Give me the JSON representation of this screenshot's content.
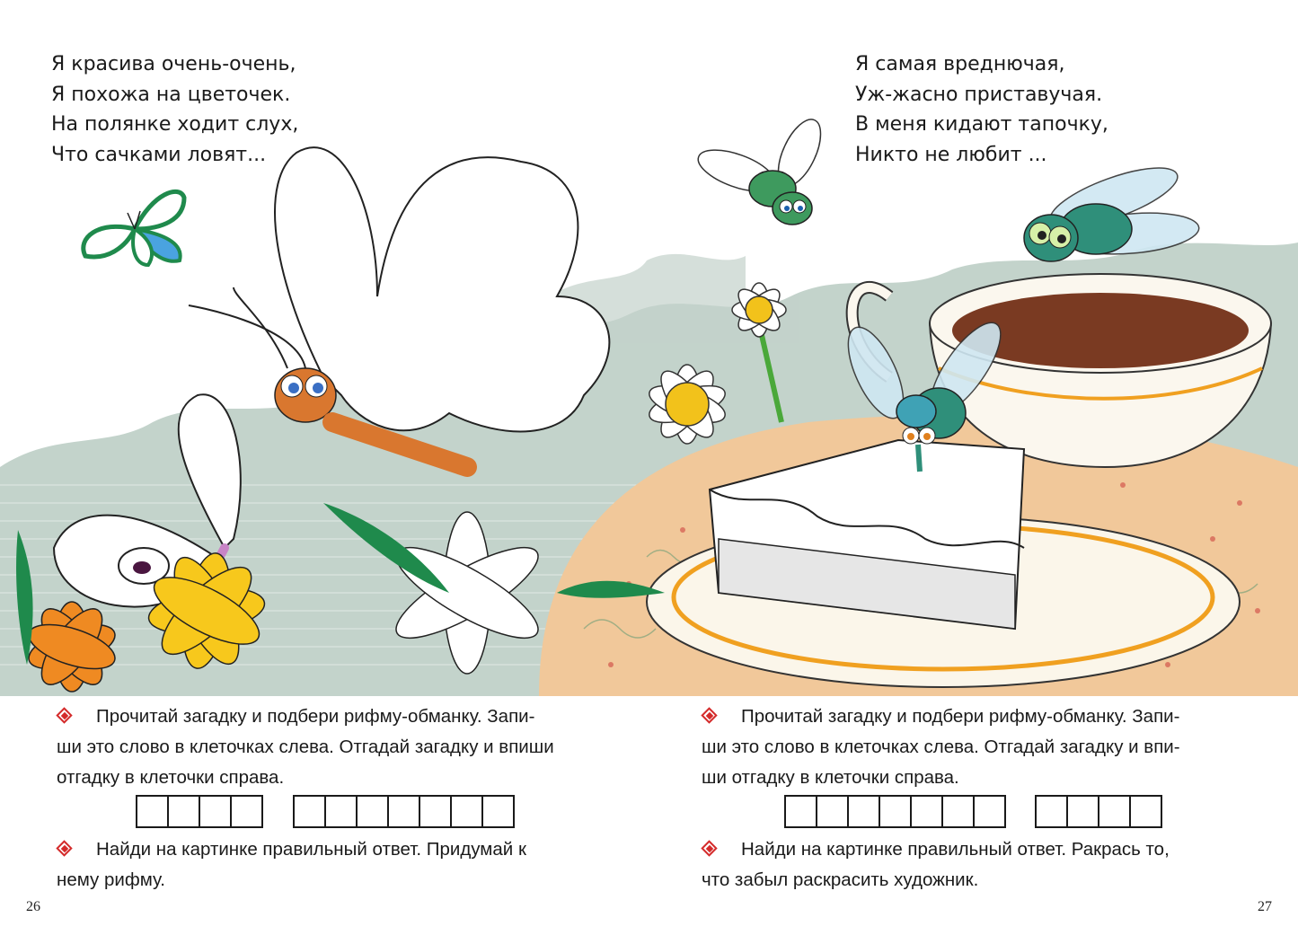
{
  "spread": {
    "left_page": {
      "page_number": "26",
      "poem": {
        "lines": [
          "Я красива очень-очень,",
          "Я похожа на цветочек.",
          "На полянке ходит слух,",
          "Что сачками ловят..."
        ]
      },
      "tasks": [
        {
          "bullet_icon": "red-diamond-bullet",
          "lines": [
            "Прочитай загадку и подбери рифму-обманку. Запи-",
            "ши это слово в клеточках слева. Отгадай загадку и впиши",
            "отгадку в клеточки справа."
          ]
        },
        {
          "bullet_icon": "red-diamond-bullet",
          "lines": [
            "Найди на картинке правильный ответ. Придумай к",
            "нему рифму."
          ]
        }
      ],
      "answer_boxes": {
        "left_cells": 4,
        "right_cells": 7
      },
      "illustration": {
        "description": "Butterflies (uncolored outline), orange dragonfly, orange and yellow lilies, white lily, small green-blue butterfly",
        "elements": [
          "small-butterfly",
          "large-uncolored-butterfly-dragonfly",
          "uncolored-butterfly-on-lily",
          "orange-lily",
          "yellow-lily",
          "white-lily"
        ]
      }
    },
    "right_page": {
      "page_number": "27",
      "poem": {
        "lines": [
          "Я самая вреднючая,",
          "Уж-жасно приставучая.",
          "В меня кидают тапочку,",
          "Никто не любит ..."
        ]
      },
      "tasks": [
        {
          "bullet_icon": "red-diamond-bullet",
          "lines": [
            "Прочитай загадку и подбери рифму-обманку. Запи-",
            "ши это слово в клеточках слева. Отгадай загадку и впи-",
            "ши отгадку в клеточки справа."
          ]
        },
        {
          "bullet_icon": "red-diamond-bullet",
          "lines": [
            "Найди на картинке правильный ответ. Ракрась то,",
            "что забыл раскрасить художник."
          ]
        }
      ],
      "answer_boxes": {
        "left_cells": 7,
        "right_cells": 4
      },
      "illustration": {
        "description": "Green flies around a cup of tea and an uncolored slice of cake on a saucer, daisies, patterned tablecloth",
        "elements": [
          "flying-fly",
          "fly-on-cup",
          "fly-on-cake",
          "tea-cup",
          "cake-slice",
          "saucer",
          "daisies",
          "tablecloth"
        ]
      }
    }
  },
  "colors": {
    "bullet_red": "#d42a2a",
    "text": "#1a1a1a",
    "foliage_gray_green": "#b9cbc2",
    "tablecloth": "#f1c89a",
    "tea": "#7a3a22",
    "fly_green": "#2f8f7a",
    "dragonfly_orange": "#d9772f",
    "lily_orange": "#ef8a22",
    "lily_yellow": "#f7c81c",
    "leaf_green": "#1f8a4c"
  }
}
